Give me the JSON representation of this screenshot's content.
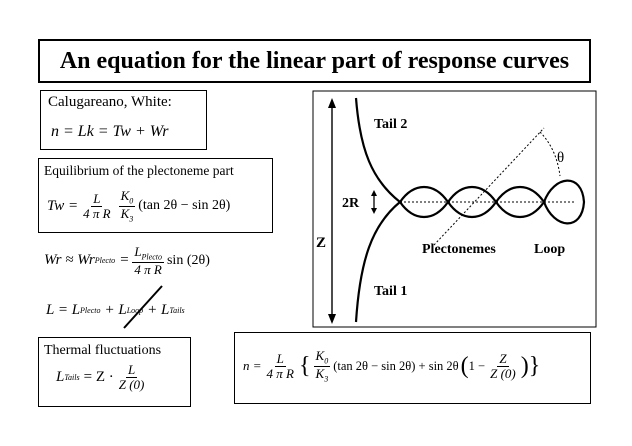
{
  "title": "An equation for the linear part of response curves",
  "box1": {
    "heading": "Calugareano, White:",
    "eq": "n = Lk = Tw + Wr"
  },
  "box2": {
    "heading": "Equilibrium of the plectoneme part",
    "lhs": "Tw =",
    "frac1_num": "L",
    "frac1_den": "4 π R",
    "frac2_num": "K",
    "frac2_num_sub": "0",
    "frac2_den": "K",
    "frac2_den_sub": "3",
    "paren": "(tan 2θ − sin 2θ)"
  },
  "eq_wr": {
    "lhs": "Wr ≈ Wr",
    "lhs_sub": "Plecto",
    "eqs": "=",
    "num": "L",
    "num_sub": "Plecto",
    "den": "4 π R",
    "tail": "sin (2θ)"
  },
  "eq_l": {
    "lhs": "L = L",
    "sub1": "Plecto",
    "plus1": "+ L",
    "sub2": "Loop",
    "plus2": "+ L",
    "sub3": "Tails"
  },
  "box3": {
    "heading": "Thermal fluctuations",
    "lhs": "L",
    "lhs_sub": "Tails",
    "mid": "= Z ·",
    "num": "L",
    "den": "Z (0)"
  },
  "box4": {
    "lhs": "n =",
    "num": "L",
    "den": "4 π R",
    "k_num": "K",
    "k_num_sub": "0",
    "k_den": "K",
    "k_den_sub": "3",
    "part1": "(tan 2θ − sin 2θ) + sin 2θ",
    "one_minus": "1 −",
    "z_num": "Z",
    "z_den": "Z (0)"
  },
  "diagram": {
    "tail2": "Tail 2",
    "tail1": "Tail 1",
    "z": "Z",
    "twor": "2R",
    "plectonemes": "Plectonemes",
    "loop": "Loop",
    "theta": "θ"
  }
}
